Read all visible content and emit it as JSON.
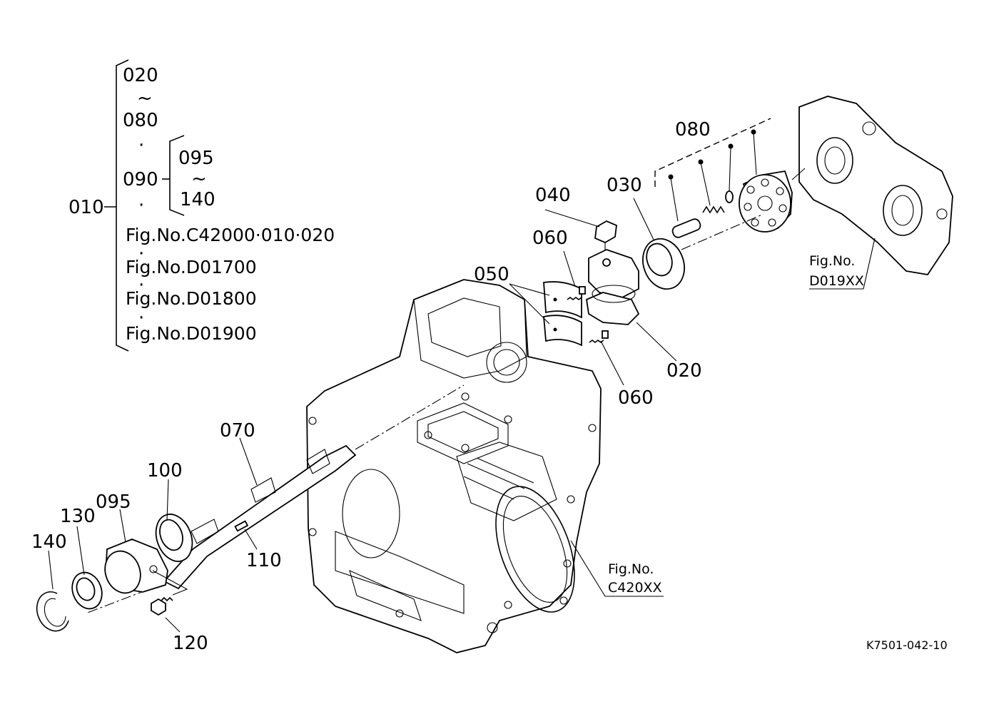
{
  "legend": {
    "group1_start": "020",
    "tilde": "~",
    "group1_end": "080",
    "sep": "·",
    "item_090": "090",
    "group2_start": "095",
    "group2_end": "140",
    "root": "010",
    "fig_ref_1": "Fig.No.C42000·010·020",
    "fig_ref_2": "Fig.No.D01700",
    "fig_ref_3": "Fig.No.D01800",
    "fig_ref_4": "Fig.No.D01900"
  },
  "callouts": {
    "p020": "020",
    "p030": "030",
    "p040": "040",
    "p050": "050",
    "p060_top": "060",
    "p060_bottom": "060",
    "p070": "070",
    "p080": "080",
    "p095": "095",
    "p100": "100",
    "p110": "110",
    "p120": "120",
    "p130": "130",
    "p140": "140"
  },
  "references": {
    "right_label": "Fig.No.",
    "right_code": "D019XX",
    "case_label": "Fig.No.",
    "case_code": "C420XX"
  },
  "drawing_code": "K7501-042-10"
}
